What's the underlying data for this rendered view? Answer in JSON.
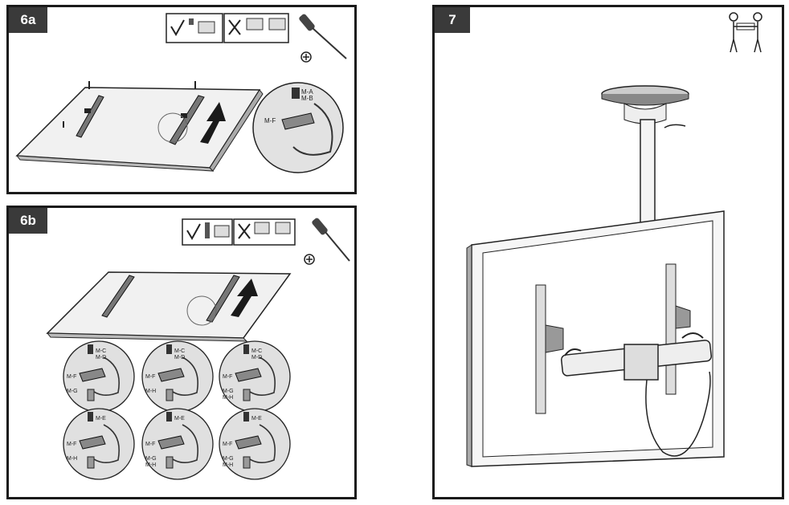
{
  "panels": {
    "p6a": {
      "step": "6a",
      "callouts": {
        "a": "M-A",
        "b": "M-B",
        "f": "M-F"
      }
    },
    "p6b": {
      "step": "6b",
      "circles": [
        {
          "top1": "M-C",
          "top2": "M-D",
          "side": "M-F",
          "low1": "M-G",
          "low2": ""
        },
        {
          "top1": "M-C",
          "top2": "M-D",
          "side": "M-F",
          "low1": "M-H",
          "low2": ""
        },
        {
          "top1": "M-C",
          "top2": "M-D",
          "side": "M-F",
          "low1": "M-G",
          "low2": "M-H"
        },
        {
          "top1": "M-E",
          "top2": "",
          "side": "M-F",
          "low1": "M-H",
          "low2": ""
        },
        {
          "top1": "M-E",
          "top2": "",
          "side": "M-F",
          "low1": "M-G",
          "low2": "M-H"
        },
        {
          "top1": "M-E",
          "top2": "",
          "side": "M-F",
          "low1": "M-G",
          "low2": "M-H"
        }
      ]
    },
    "p7": {
      "step": "7"
    }
  },
  "icons": {
    "ok": "check-mark-icon",
    "wrong": "cross-mark-icon",
    "screwdriver": "screwdriver-icon",
    "phillips": "phillips-head-icon",
    "two_person": "two-person-lift-icon"
  }
}
